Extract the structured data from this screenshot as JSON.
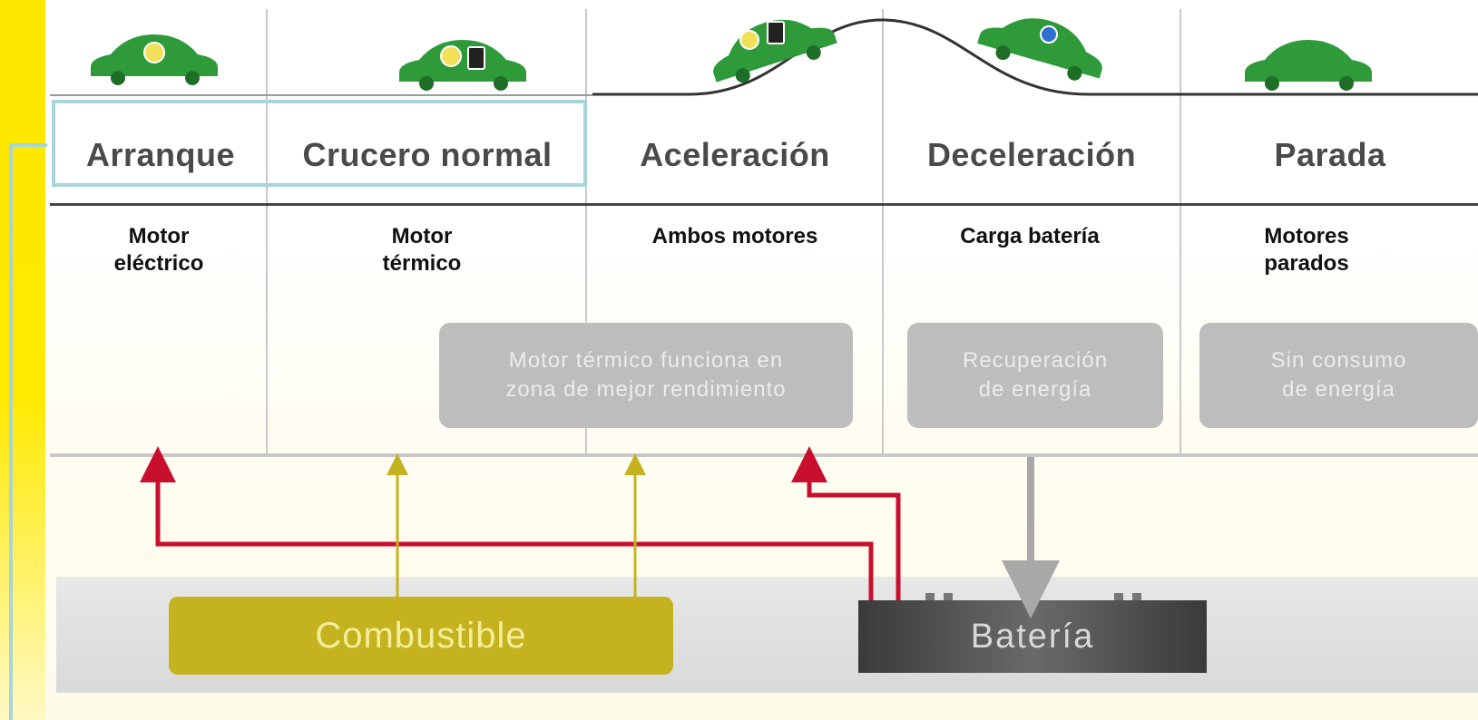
{
  "phases": [
    {
      "name": "Arranque",
      "motor": "Motor\neléctrico"
    },
    {
      "name": "Crucero normal",
      "motor": "Motor\ntérmico"
    },
    {
      "name": "Aceleración",
      "motor": "Ambos motores"
    },
    {
      "name": "Deceleración",
      "motor": "Carga batería"
    },
    {
      "name": "Parada",
      "motor": "Motores\nparados"
    }
  ],
  "notes": {
    "thermal_efficiency": "Motor térmico funciona en\nzona de mejor rendimiento",
    "energy_recovery": "Recuperación\nde energía",
    "no_consumption": "Sin consumo\nde energía"
  },
  "sources": {
    "fuel": "Combustible",
    "battery": "Batería"
  },
  "colors": {
    "car_green": "#2e9a3a",
    "electric_arrow": "#c8102e",
    "fuel_arrow": "#c4b31f",
    "battery_arrow": "#a8a8a8",
    "highlight": "#a8d4dc",
    "accent_yellow": "#ffe800"
  },
  "icons": {
    "car": "green-car-icon",
    "electric": "lightbulb-icon",
    "fuel": "fuel-pump-icon",
    "battery": "battery-plug-icon"
  }
}
